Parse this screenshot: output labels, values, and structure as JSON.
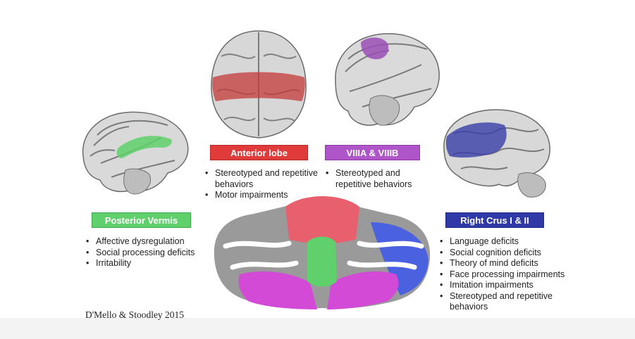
{
  "regions": [
    {
      "id": "posterior",
      "label": "Posterior Vermis",
      "color": "#5fd06b",
      "items": [
        "Affective dysregulation",
        "Social processing deficits",
        "Irritability"
      ]
    },
    {
      "id": "anterior",
      "label": "Anterior lobe",
      "color": "#e03a3a",
      "items": [
        "Stereotyped and repetitive behaviors",
        "Motor impairments"
      ]
    },
    {
      "id": "viii",
      "label": "VIIIA & VIIIB",
      "color": "#b055c9",
      "items": [
        "Stereotyped and repetitive behaviors"
      ]
    },
    {
      "id": "rightcrus",
      "label": "Right Crus I & II",
      "color": "#2f3aa8",
      "items": [
        "Language deficits",
        "Social cognition deficits",
        "Theory of mind deficits",
        "Face processing impairments",
        "Imitation impairments",
        "Stereotyped and repetitive behaviors"
      ]
    }
  ],
  "citation": "D'Mello & Stoodley 2015"
}
